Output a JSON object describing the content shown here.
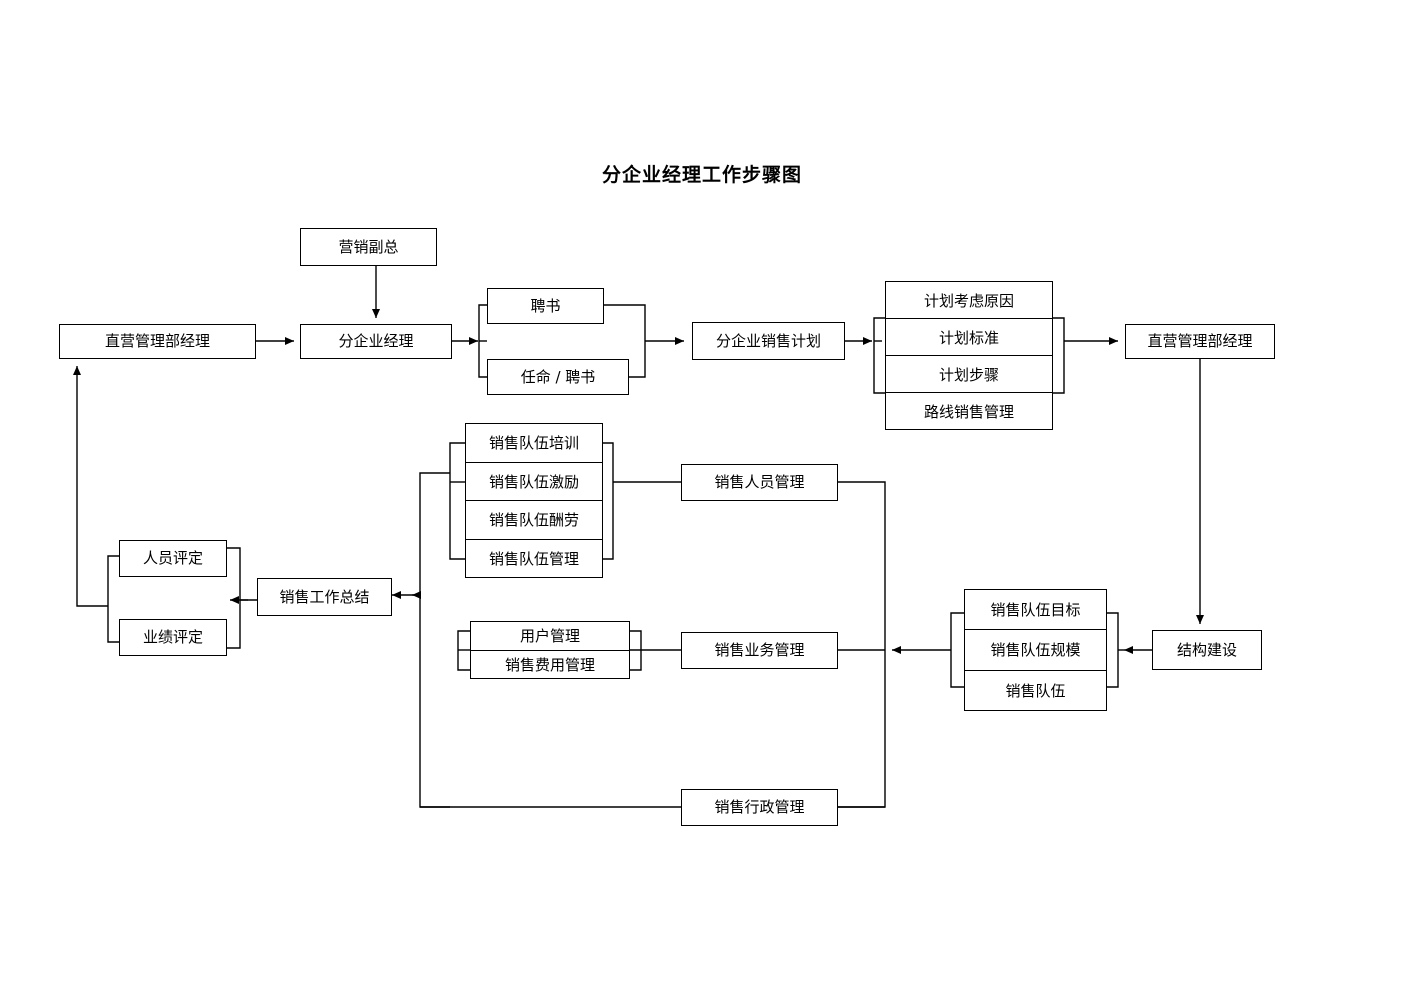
{
  "title": "分企业经理工作步骤图",
  "nodes": {
    "marketing_vp": "营销副总",
    "direct_mgmt_dept_manager_left": "直营管理部经理",
    "branch_manager": "分企业经理",
    "appointment_letter": "聘书",
    "appointment_or_letter": "任命 / 聘书",
    "branch_sales_plan": "分企业销售计划",
    "direct_mgmt_dept_manager_right": "直营管理部经理",
    "sales_staff_management": "销售人员管理",
    "sales_business_management": "销售业务管理",
    "sales_admin_management": "销售行政管理",
    "sales_work_summary": "销售工作总结",
    "personnel_evaluation": "人员评定",
    "performance_evaluation": "业绩评定",
    "structure_construction": "结构建设"
  },
  "plan_stack": [
    "计划考虑原因",
    "计划标准",
    "计划步骤",
    "路线销售管理"
  ],
  "sales_team_stack": [
    "销售队伍培训",
    "销售队伍激励",
    "销售队伍酬劳",
    "销售队伍管理"
  ],
  "customer_stack": [
    "用户管理",
    "销售费用管理"
  ],
  "team_target_stack": [
    "销售队伍目标",
    "销售队伍规模",
    "销售队伍"
  ],
  "colors": {
    "line": "#000000",
    "box_fill": "#ffffff",
    "text": "#000000"
  }
}
